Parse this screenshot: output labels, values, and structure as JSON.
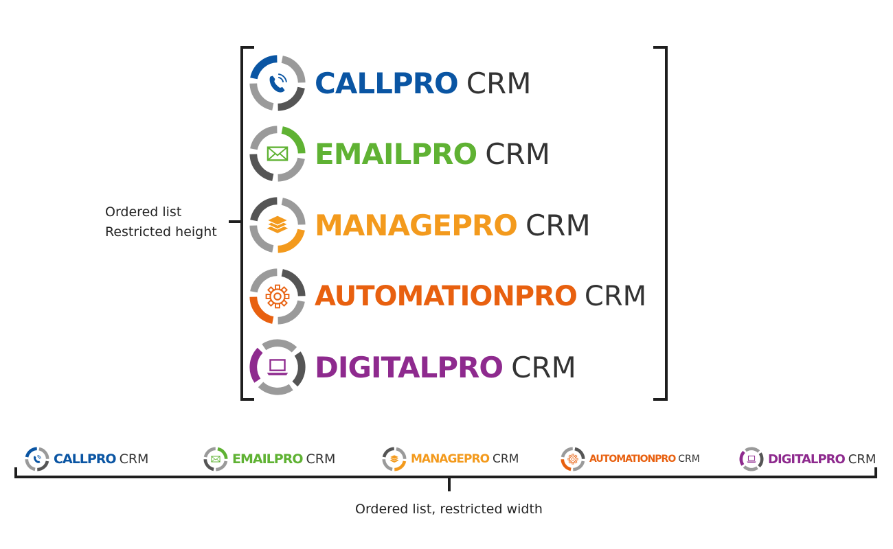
{
  "vertical_list": {
    "label_line1": "Ordered list",
    "label_line2": "Restricted height"
  },
  "horizontal_list": {
    "label": "Ordered list, restricted width"
  },
  "colors": {
    "gray_dark": "#555555",
    "gray_light": "#9a9a9a",
    "bracket": "#1e1e1e",
    "suffix_text": "#333333"
  },
  "logos": [
    {
      "name": "CALLPRO",
      "suffix": "CRM",
      "color": "#0a55a3",
      "icon": "phone-icon"
    },
    {
      "name": "EMAILPRO",
      "suffix": "CRM",
      "color": "#5fb233",
      "icon": "envelope-icon"
    },
    {
      "name": "MANAGEPRO",
      "suffix": "CRM",
      "color": "#f39a1d",
      "icon": "layers-icon"
    },
    {
      "name": "AUTOMATIONPRO",
      "suffix": "CRM",
      "color": "#e8600f",
      "icon": "gear-icon"
    },
    {
      "name": "DIGITALPRO",
      "suffix": "CRM",
      "color": "#8e2a8e",
      "icon": "laptop-icon"
    }
  ]
}
